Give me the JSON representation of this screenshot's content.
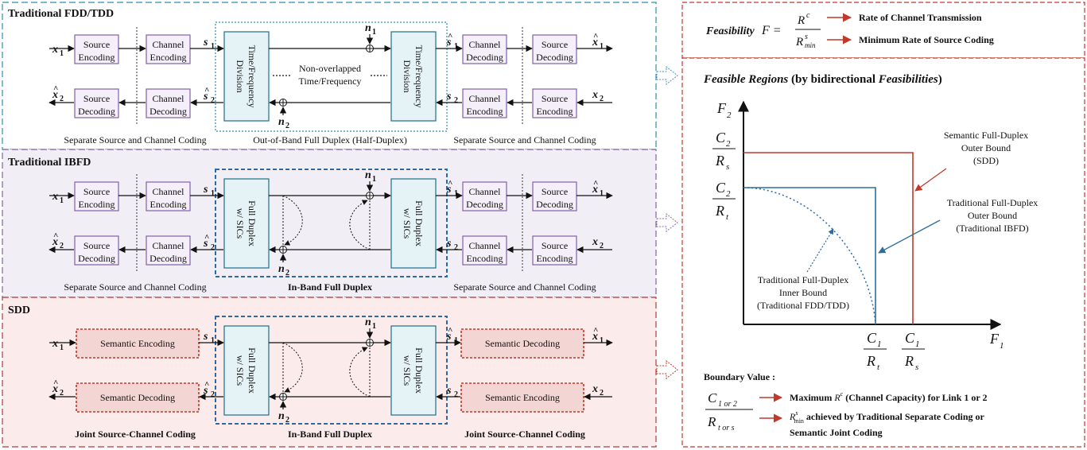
{
  "sections": {
    "fdd_title": "Traditional FDD/TDD",
    "ibfd_title": "Traditional IBFD",
    "sdd_title": "SDD"
  },
  "blocks": {
    "source_encoding": "Source Encoding",
    "channel_encoding": "Channel Encoding",
    "source_decoding": "Source Decoding",
    "channel_decoding": "Channel Decoding",
    "time_freq_division": "Time/Frequency Division",
    "full_duplex_sics": "Full Duplex w/ SICs",
    "semantic_encoding": "Semantic Encoding",
    "semantic_decoding": "Semantic Decoding",
    "non_overlapped_1": "Non-overlapped",
    "non_overlapped_2": "Time/Frequency"
  },
  "signals": {
    "x1": "x",
    "x1_sub": "1",
    "x2": "x",
    "x2_sub": "2",
    "s1": "s",
    "s1_sub": "1",
    "s2": "s",
    "s2_sub": "2",
    "n1": "n",
    "n1_sub": "1",
    "n2": "n",
    "n2_sub": "2"
  },
  "captions": {
    "separate_coding": "Separate Source and Channel Coding",
    "out_of_band": "Out-of-Band Full Duplex (Half-Duplex)",
    "in_band": "In-Band Full Duplex",
    "joint_coding": "Joint Source-Channel Coding"
  },
  "feasibility": {
    "label": "Feasibility",
    "formula_lhs": "F =",
    "num": "R",
    "num_sup": "c",
    "den": "R",
    "den_sup": "s",
    "den_sub": "min",
    "legend_rate_channel": "Rate of Channel Transmission",
    "legend_min_rate": "Minimum Rate of Source Coding"
  },
  "regions": {
    "title_a": "Feasible Regions",
    "title_b": " (by bidirectional ",
    "title_c": "Feasibilities",
    "title_d": ")",
    "f2": "F",
    "f2_sub": "2",
    "f1": "F",
    "f1_sub": "1",
    "c2": "C",
    "c2_sub": "2",
    "c1": "C",
    "c1_sub": "1",
    "rs": "R",
    "rs_sub": "s",
    "rt": "R",
    "rt_sub": "t",
    "sdd_label_1": "Semantic Full-Duplex",
    "sdd_label_2": "Outer Bound",
    "sdd_label_3": "(SDD)",
    "ibfd_label_1": "Traditional Full-Duplex",
    "ibfd_label_2": "Outer Bound",
    "ibfd_label_3": "(Traditional IBFD)",
    "inner_label_1": "Traditional Full-Duplex",
    "inner_label_2": "Inner Bound",
    "inner_label_3": "(Traditional FDD/TDD)"
  },
  "boundary": {
    "title": "Boundary Value :",
    "frac_num": "C",
    "frac_num_sub": "1 or 2",
    "frac_den": "R",
    "frac_den_sub": "t or s",
    "item1_a": "Maximum ",
    "item1_b": "R",
    "item1_sup": "c",
    "item1_c": " (Channel Capacity) for Link 1 or 2",
    "item2_b": "R",
    "item2_sup": "s",
    "item2_sub": "min",
    "item2_c": " achieved by Traditional Separate Coding or",
    "item2_d": "Semantic Joint Coding"
  },
  "colors": {
    "fdd_border": "#2a8fb5",
    "fdd_bg": "#ffffff",
    "ibfd_bg": "#f1eef6",
    "ibfd_border": "#7d63a8",
    "sdd_bg": "#fbeceb",
    "sdd_border": "#b33a3a",
    "block_border": "#8060a8",
    "block_bg": "#f4eff8",
    "fd_bg": "#e6f3f6",
    "fd_border": "#1b6f8a",
    "sem_bg": "#f3d6d3",
    "sem_border": "#c0392b",
    "red": "#c0392b",
    "blue": "#2c6e9a",
    "dot_blue": "#2a6aa8"
  }
}
